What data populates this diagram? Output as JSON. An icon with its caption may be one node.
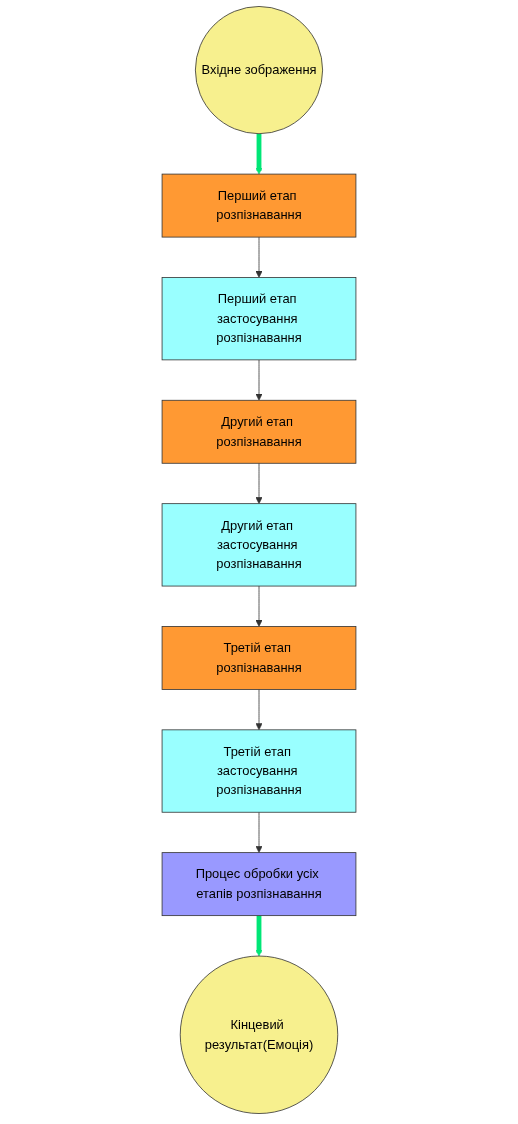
{
  "diagram": {
    "nodes": [
      {
        "text": [
          "Вхідне зображення"
        ]
      },
      {
        "text": [
          "Перший етап розпізнавання"
        ]
      },
      {
        "text": [
          "Перший етап застосування розпізнавання"
        ]
      },
      {
        "text": [
          "Другий етап розпізнавання"
        ]
      },
      {
        "text": [
          "Другий етап застосування розпізнавання"
        ]
      },
      {
        "text": [
          "Третій етап розпізнавання"
        ]
      },
      {
        "text": [
          "Третій етап застосування розпізнавання"
        ]
      },
      {
        "text": [
          "Процес обробки усіх етапів розпізнавання"
        ]
      },
      {
        "text": [
          "Кінцевий результат(Емоція)"
        ]
      }
    ],
    "edges": [
      {
        "from": 0,
        "to": 1,
        "arrow": "to",
        "style": "thick",
        "color": "#00e676"
      },
      {
        "from": 1,
        "to": 2,
        "arrow": "to"
      },
      {
        "from": 2,
        "to": 3,
        "arrow": "to"
      },
      {
        "from": 3,
        "to": 4,
        "arrow": "to"
      },
      {
        "from": 4,
        "to": 5,
        "arrow": "to"
      },
      {
        "from": 5,
        "to": 6,
        "arrow": "to"
      },
      {
        "from": 6,
        "to": 7,
        "arrow": "to"
      },
      {
        "from": 7,
        "to": 8,
        "arrow": "to",
        "style": "thick",
        "color": "#00e676"
      }
    ]
  }
}
